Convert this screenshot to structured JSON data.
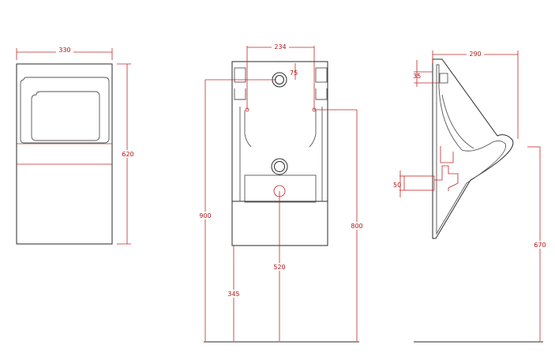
{
  "colors": {
    "outline": "#2a2a2a",
    "dimension": "#c0262a",
    "dimension_text": "#b31414",
    "background": "#ffffff"
  },
  "front_view": {
    "width_label": "330",
    "height_label": "620"
  },
  "back_view": {
    "mount_spacing_label": "234",
    "hole_offset_label": "75",
    "total_height_label": "900",
    "inlet_height_label": "800",
    "outlet_spacing_label": "520",
    "floor_offset_label": "345"
  },
  "side_view": {
    "depth_label": "290",
    "top_offset_label": "35",
    "outlet_label": "50",
    "rim_height_label": "670"
  }
}
